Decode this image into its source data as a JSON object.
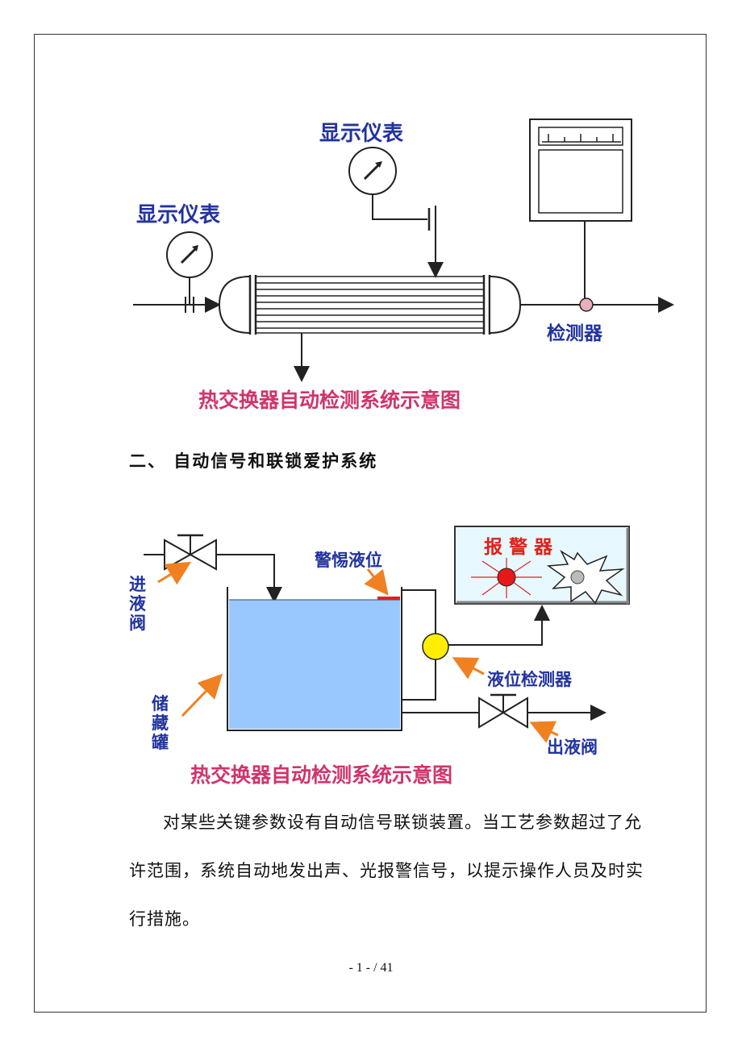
{
  "diagram1": {
    "gauge_label_top": "显示仪表",
    "gauge_label_left": "显示仪表",
    "detector_label": "检测器",
    "caption": "热交换器自动检测系统示意图"
  },
  "section_heading": "二、 自动信号和联锁爱护系统",
  "diagram2": {
    "inlet_valve_label_1": "进",
    "inlet_valve_label_2": "液",
    "inlet_valve_label_3": "阀",
    "alarm_level_label": "警惕液位",
    "alarm_label": "报 警 器",
    "level_detector_label": "液位检测器",
    "tank_label_1": "储",
    "tank_label_2": "藏",
    "tank_label_3": "罐",
    "outlet_valve_label": "出液阀",
    "caption": "热交换器自动检测系统示意图"
  },
  "paragraph": "对某些关键参数设有自动信号联锁装置。当工艺参数超过了允许范围，系统自动地发出声、光报警信号，以提示操作人员及时实行措施。",
  "page_number": "- 1 -  / 41",
  "colors": {
    "label_blue": "#2233a0",
    "caption_pink": "#d0346c",
    "tank_fill": "#99c8ff",
    "detector_yellow": "#ffee00",
    "alarm_panel": "#e8f8ff"
  }
}
